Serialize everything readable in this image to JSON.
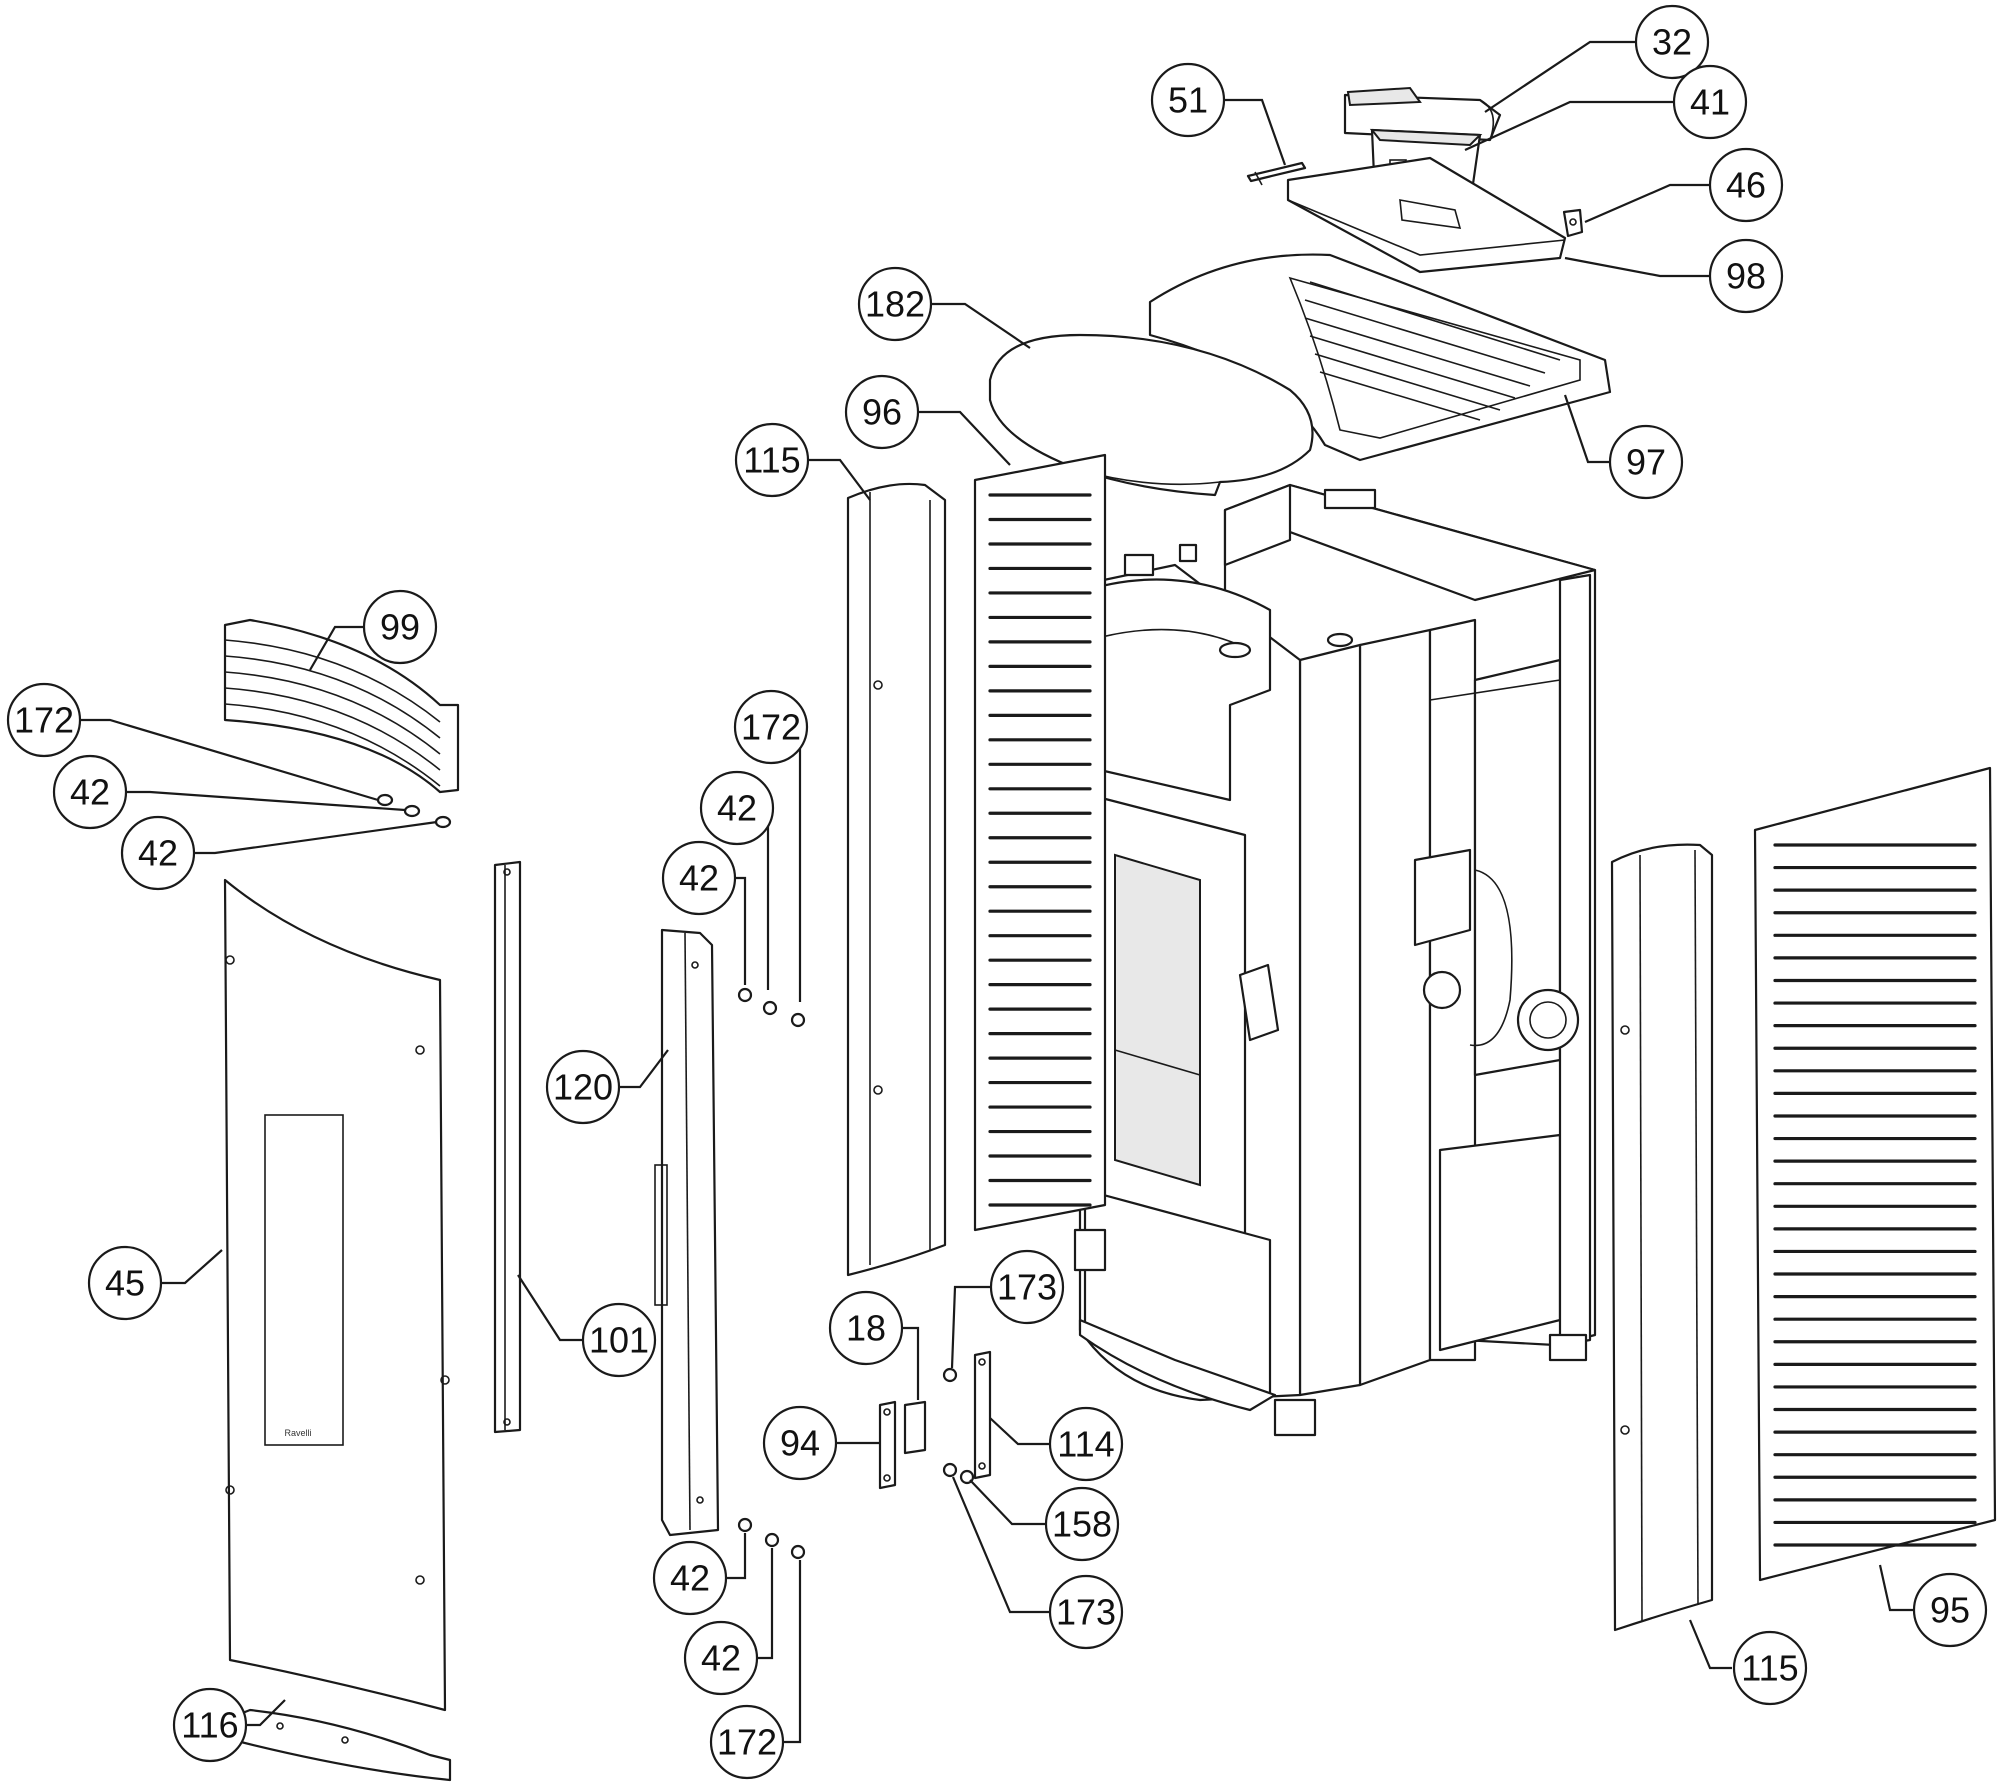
{
  "callouts": [
    {
      "id": "c32",
      "label": "32"
    },
    {
      "id": "c51",
      "label": "51"
    },
    {
      "id": "c41",
      "label": "41"
    },
    {
      "id": "c46",
      "label": "46"
    },
    {
      "id": "c98",
      "label": "98"
    },
    {
      "id": "c182",
      "label": "182"
    },
    {
      "id": "c96",
      "label": "96"
    },
    {
      "id": "c97",
      "label": "97"
    },
    {
      "id": "c115a",
      "label": "115"
    },
    {
      "id": "c99",
      "label": "99"
    },
    {
      "id": "c172a",
      "label": "172"
    },
    {
      "id": "c42a",
      "label": "42"
    },
    {
      "id": "c42b",
      "label": "42"
    },
    {
      "id": "c172b",
      "label": "172"
    },
    {
      "id": "c42c",
      "label": "42"
    },
    {
      "id": "c42d",
      "label": "42"
    },
    {
      "id": "c120",
      "label": "120"
    },
    {
      "id": "c45",
      "label": "45"
    },
    {
      "id": "c101",
      "label": "101"
    },
    {
      "id": "c173a",
      "label": "173"
    },
    {
      "id": "c18",
      "label": "18"
    },
    {
      "id": "c94",
      "label": "94"
    },
    {
      "id": "c114",
      "label": "114"
    },
    {
      "id": "c158",
      "label": "158"
    },
    {
      "id": "c173b",
      "label": "173"
    },
    {
      "id": "c42e",
      "label": "42"
    },
    {
      "id": "c42f",
      "label": "42"
    },
    {
      "id": "c172c",
      "label": "172"
    },
    {
      "id": "c116",
      "label": "116"
    },
    {
      "id": "c115b",
      "label": "115"
    },
    {
      "id": "c95",
      "label": "95"
    }
  ],
  "logo_text": "Ravelli"
}
